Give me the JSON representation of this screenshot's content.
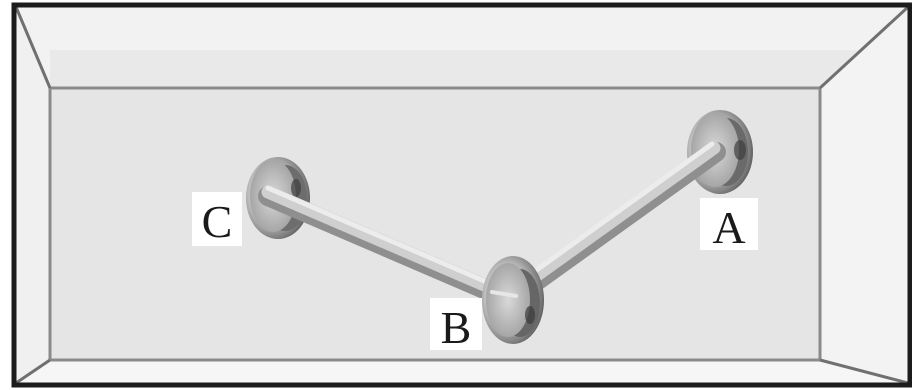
{
  "labels": {
    "a": "A",
    "b": "B",
    "c": "C"
  },
  "colors": {
    "frame": "#1c1c1c",
    "back_wall": "#e6e6e6",
    "side_wall": "#f0f0f0",
    "top_wall": "#ececec",
    "bottom_wall": "#f4f4f4",
    "edge_line": "#8a8a8a",
    "rod_light": "#dedede",
    "rod_dark": "#8f8f8f",
    "disk_light": "#d4d4d4",
    "disk_dark": "#5a5a5a"
  }
}
